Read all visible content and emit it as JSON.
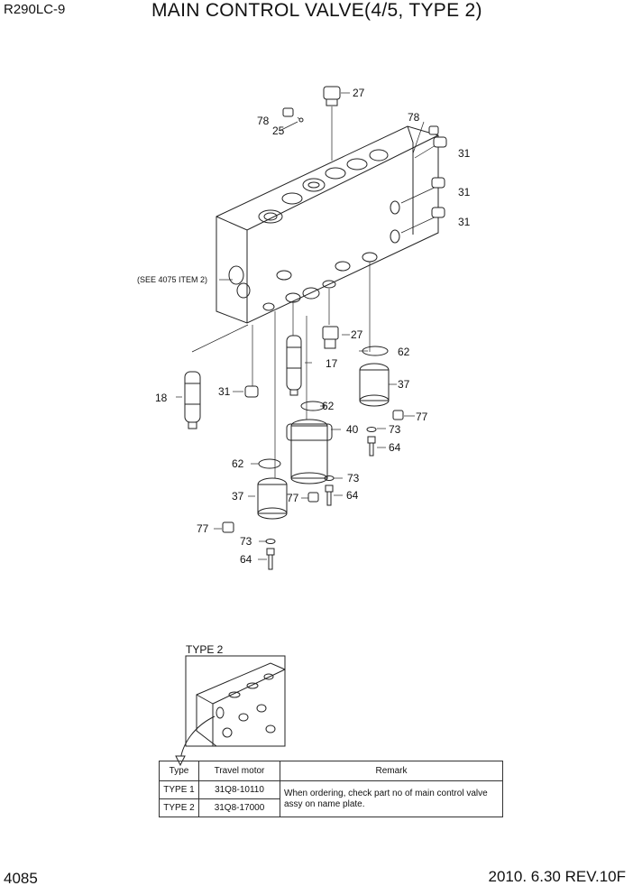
{
  "header": {
    "model": "R290LC-9",
    "title": "MAIN CONTROL VALVE(4/5, TYPE 2)"
  },
  "footer": {
    "page_number": "4085",
    "revision": "2010. 6.30  REV.10F"
  },
  "callouts": {
    "p27a": "27",
    "p78a": "78",
    "p25": "25",
    "p78b": "78",
    "p31a": "31",
    "p31b": "31",
    "p31c": "31",
    "see_note": "(SEE 4075 ITEM 2)",
    "p27b": "27",
    "p62a": "62",
    "p17": "17",
    "p18": "18",
    "p31d": "31",
    "p37a": "37",
    "p62b": "62",
    "p77a": "77",
    "p40": "40",
    "p73a": "73",
    "p64a": "64",
    "p62c": "62",
    "p73b": "73",
    "p37b": "37",
    "p77b": "77",
    "p64b": "64",
    "p77c": "77",
    "p73c": "73",
    "p64c": "64"
  },
  "type2_label": "TYPE 2",
  "table": {
    "headers": [
      "Type",
      "Travel motor",
      "Remark"
    ],
    "rows": [
      {
        "type": "TYPE 1",
        "motor": "31Q8-10110"
      },
      {
        "type": "TYPE 2",
        "motor": "31Q8-17000"
      }
    ],
    "remark": "When ordering, check part no of main control valve assy on name plate."
  }
}
